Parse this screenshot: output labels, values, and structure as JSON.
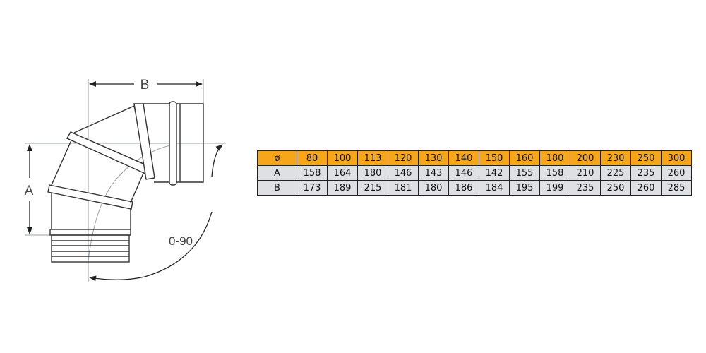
{
  "drawing": {
    "dimension_b": "B",
    "dimension_a": "A",
    "angle_range": "0-90"
  },
  "table": {
    "header": [
      "ø",
      "80",
      "100",
      "113",
      "120",
      "130",
      "140",
      "150",
      "160",
      "180",
      "200",
      "230",
      "250",
      "300"
    ],
    "rows": [
      [
        "A",
        "158",
        "164",
        "180",
        "146",
        "143",
        "146",
        "142",
        "155",
        "158",
        "210",
        "225",
        "235",
        "260"
      ],
      [
        "B",
        "173",
        "189",
        "215",
        "181",
        "180",
        "186",
        "184",
        "195",
        "199",
        "235",
        "250",
        "260",
        "285"
      ]
    ],
    "colors": {
      "header_bg": "#f6a719",
      "row_bg": "#dfe0e4"
    }
  }
}
